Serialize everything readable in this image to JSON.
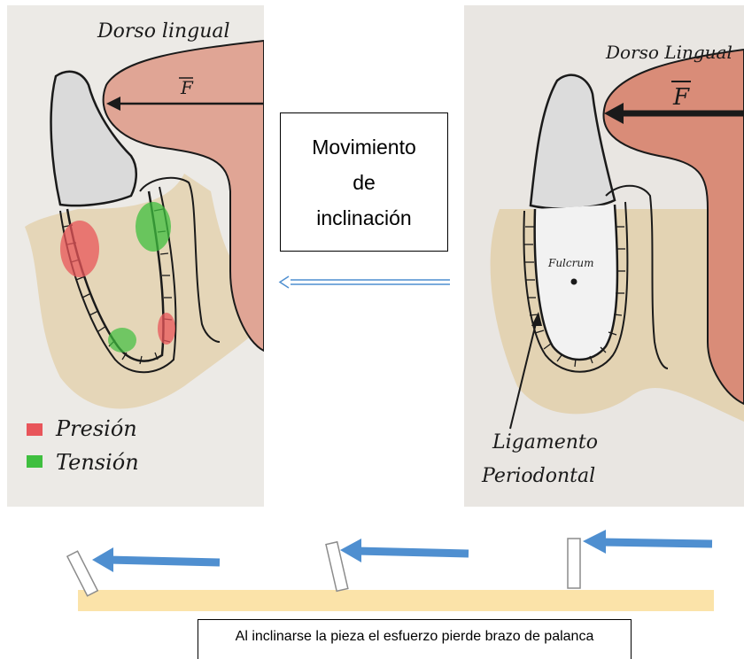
{
  "left_panel": {
    "label_top": "Dorso lingual",
    "force_label": "F",
    "legend": [
      {
        "label": "Presión",
        "color": "#e8555a"
      },
      {
        "label": "Tensión",
        "color": "#3fbf3f"
      }
    ]
  },
  "right_panel": {
    "label_top": "Dorso Lingual",
    "force_label": "F",
    "fulcrum_label": "Fulcrum",
    "ligament_label_line1": "Ligamento",
    "ligament_label_line2": "Periodontal"
  },
  "title_box": {
    "line1": "Movimiento",
    "line2": "de",
    "line3": "inclinación"
  },
  "caption": "Al inclinarse la pieza el esfuerzo pierde brazo de palanca",
  "colors": {
    "arrow_blue": "#4f8fd0",
    "bone_band": "#fbe3a9",
    "tongue": "#d98c78",
    "bone_sketch": "#d8b98a"
  }
}
